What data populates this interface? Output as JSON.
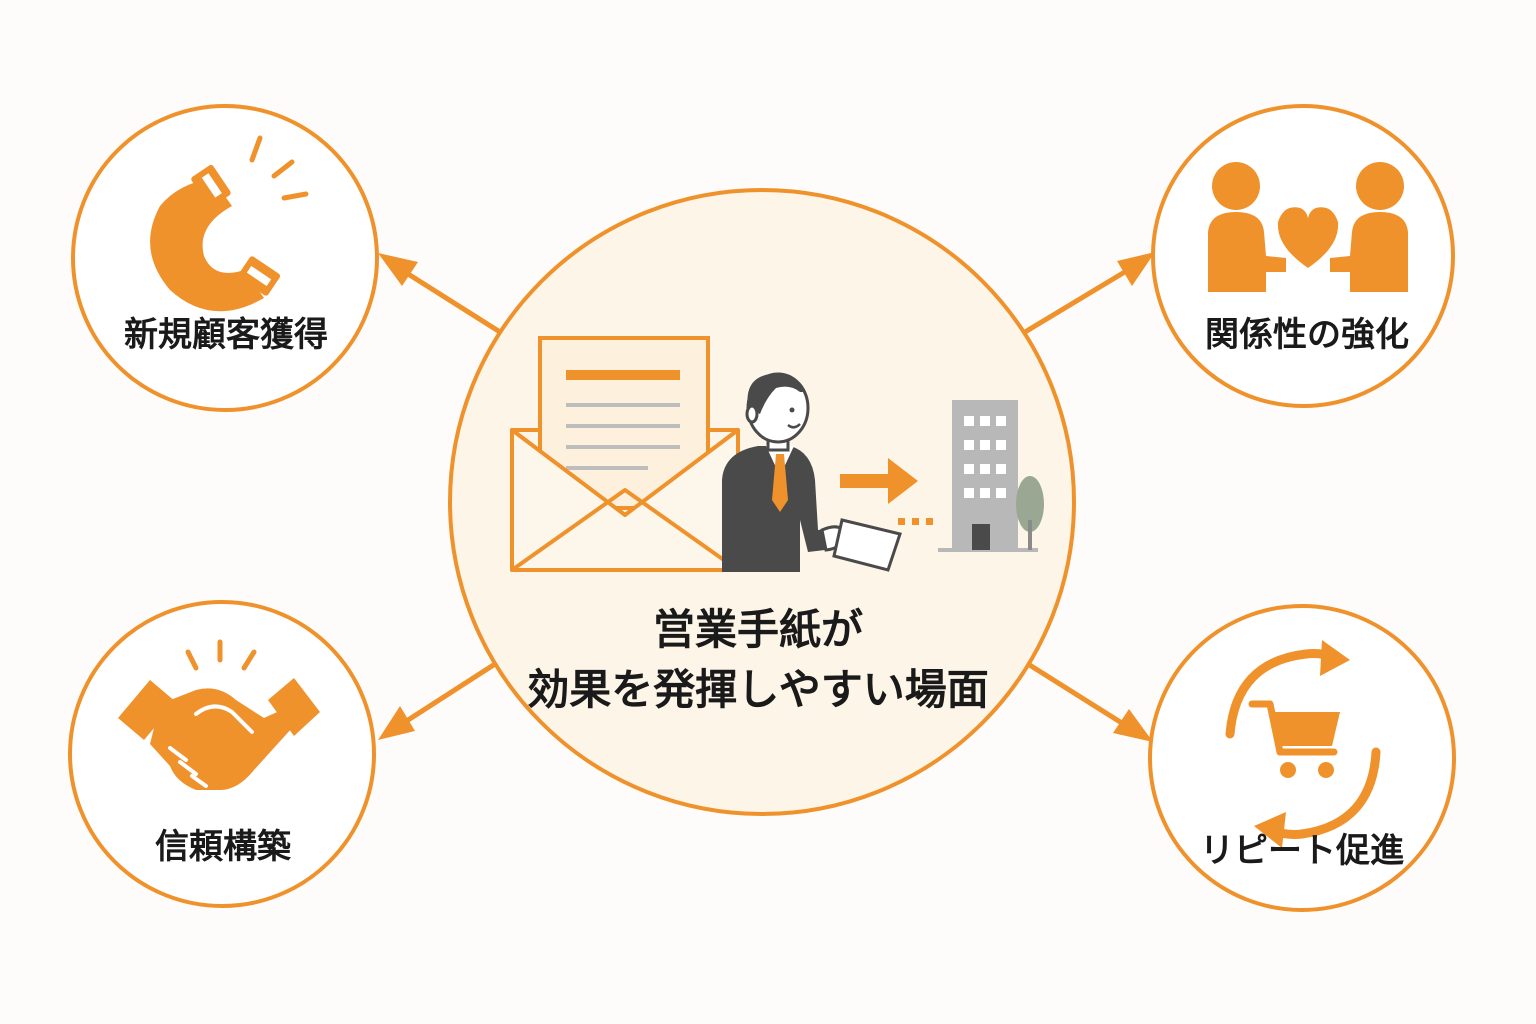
{
  "center": {
    "title_line1": "営業手紙が",
    "title_line2": "効果を発揮しやすい場面"
  },
  "nodes": {
    "top_left": {
      "label": "新規顧客獲得",
      "icon": "magnet-icon"
    },
    "top_right": {
      "label": "関係性の強化",
      "icon": "people-heart-icon"
    },
    "bottom_left": {
      "label": "信頼構築",
      "icon": "handshake-icon"
    },
    "bottom_right": {
      "label": "リピート促進",
      "icon": "cart-cycle-icon"
    }
  },
  "colors": {
    "accent": "#f0922b",
    "center_fill": "#fdf5e8",
    "background": "#fdfcfa",
    "text": "#1a1a1a",
    "suit": "#4a4a4a",
    "building": "#b8b8b8",
    "tree": "#9aa893"
  }
}
